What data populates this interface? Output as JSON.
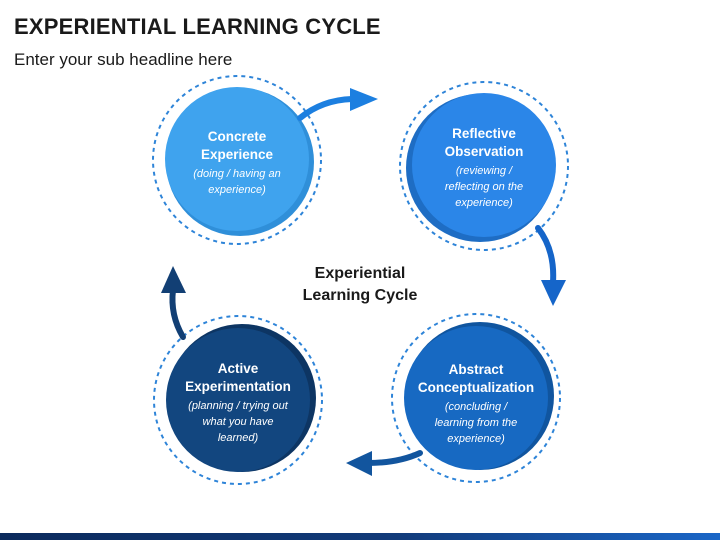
{
  "header": {
    "title": "EXPERIENTIAL LEARNING CYCLE",
    "subtitle": "Enter your sub headline here"
  },
  "diagram": {
    "center_label_line1": "Experiential",
    "center_label_line2": "Learning Cycle",
    "stages": [
      {
        "title_line1": "Concrete",
        "title_line2": "Experience",
        "desc_line1": "(doing / having an",
        "desc_line2": "experience)",
        "color": "#3fa3ee"
      },
      {
        "title_line1": "Reflective",
        "title_line2": "Observation",
        "desc_line1": "(reviewing /",
        "desc_line2": "reflecting on the",
        "desc_line3": "experience)",
        "color": "#2b86e8"
      },
      {
        "title_line1": "Abstract",
        "title_line2": "Conceptualization",
        "desc_line1": "(concluding /",
        "desc_line2": "learning from the",
        "desc_line3": "experience)",
        "color": "#1769c2"
      },
      {
        "title_line1": "Active",
        "title_line2": "Experimentation",
        "desc_line1": "(planning / trying out",
        "desc_line2": "what you have",
        "desc_line3": "learned)",
        "color": "#12467f"
      }
    ]
  }
}
